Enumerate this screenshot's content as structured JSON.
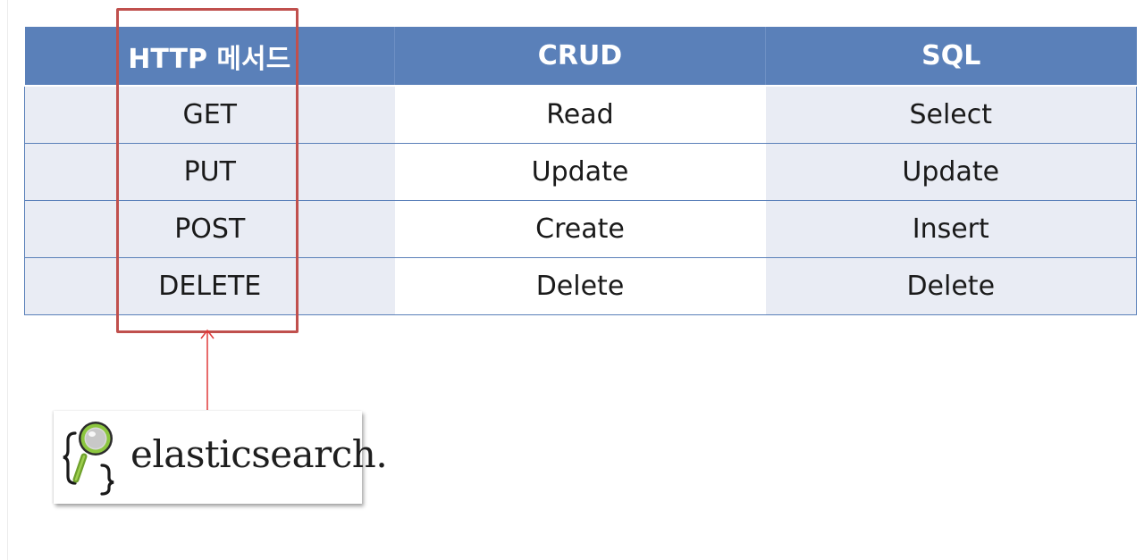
{
  "table": {
    "headers": [
      "HTTP 메서드",
      "CRUD",
      "SQL"
    ],
    "rows": [
      [
        "GET",
        "Read",
        "Select"
      ],
      [
        "PUT",
        "Update",
        "Update"
      ],
      [
        "POST",
        "Create",
        "Insert"
      ],
      [
        "DELETE",
        "Delete",
        "Delete"
      ]
    ]
  },
  "logo": {
    "wordmark": "elasticsearch.",
    "icon": "magnifier-in-braces-icon"
  },
  "colors": {
    "header_bg": "#5a80b9",
    "row_shade": "#e9ecf4",
    "highlight": "#c0504d",
    "arrow": "#e03a3a"
  }
}
